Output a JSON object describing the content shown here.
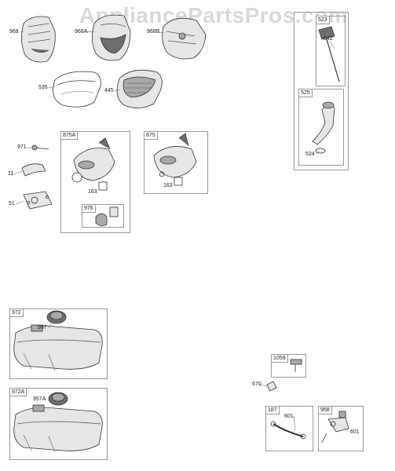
{
  "watermark": "AppliancePartsPros.com",
  "parts": {
    "p968": "968",
    "p968A": "968A",
    "p968B": "968B",
    "p535": "535",
    "p445": "445",
    "p971": "971",
    "p11": "11",
    "p51": "51",
    "p875A": "875A",
    "p163a": "163",
    "p976": "976",
    "p875": "875",
    "p163b": "163",
    "p523": "523",
    "p842": "842",
    "p525": "525",
    "p524": "524",
    "p972": "972",
    "p957": "957",
    "p972A": "972A",
    "p957A": "957A",
    "p1059": "1059",
    "p670": "670",
    "p187": "187",
    "p601a": "601",
    "p958": "958",
    "p601b": "601"
  },
  "colors": {
    "line": "#333333",
    "fill_dark": "#6e6e6e",
    "fill_mid": "#a8a8a8",
    "fill_light": "#e6e6e6",
    "box": "#9a9a9a"
  }
}
